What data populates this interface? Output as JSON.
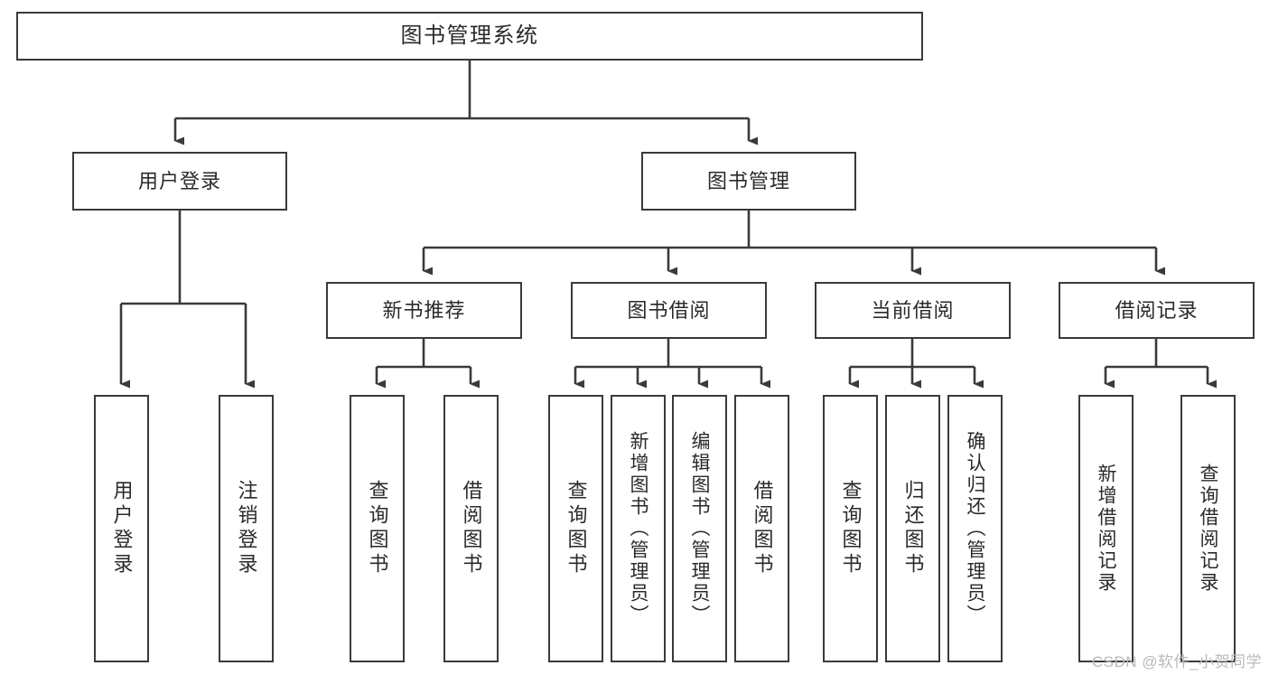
{
  "diagram": {
    "type": "tree-hierarchy-flowchart",
    "title": "图书管理系统",
    "watermark": "CSDN @软件_小贺同学",
    "colors": {
      "box_border": "#3a3a3a",
      "box_fill": "#ffffff",
      "connector": "#3a3a3a",
      "text": "#2a2a2a",
      "watermark": "#b9b9b9",
      "background": "#ffffff"
    },
    "root": {
      "label": "图书管理系统"
    },
    "level2": [
      {
        "label": "用户登录"
      },
      {
        "label": "图书管理"
      }
    ],
    "level3": [
      {
        "label": "新书推荐"
      },
      {
        "label": "图书借阅"
      },
      {
        "label": "当前借阅"
      },
      {
        "label": "借阅记录"
      }
    ],
    "leaves": {
      "user_login": [
        {
          "label": "用户登录"
        },
        {
          "label": "注销登录"
        }
      ],
      "new_book_recommend": [
        {
          "label": "查询图书"
        },
        {
          "label": "借阅图书"
        }
      ],
      "book_borrow": [
        {
          "label": "查询图书"
        },
        {
          "label": "新增图书（管理员）"
        },
        {
          "label": "编辑图书（管理员）"
        },
        {
          "label": "借阅图书"
        }
      ],
      "current_borrow": [
        {
          "label": "查询图书"
        },
        {
          "label": "归还图书"
        },
        {
          "label": "确认归还（管理员）"
        }
      ],
      "borrow_record": [
        {
          "label": "新增借阅记录"
        },
        {
          "label": "查询借阅记录"
        }
      ]
    }
  }
}
